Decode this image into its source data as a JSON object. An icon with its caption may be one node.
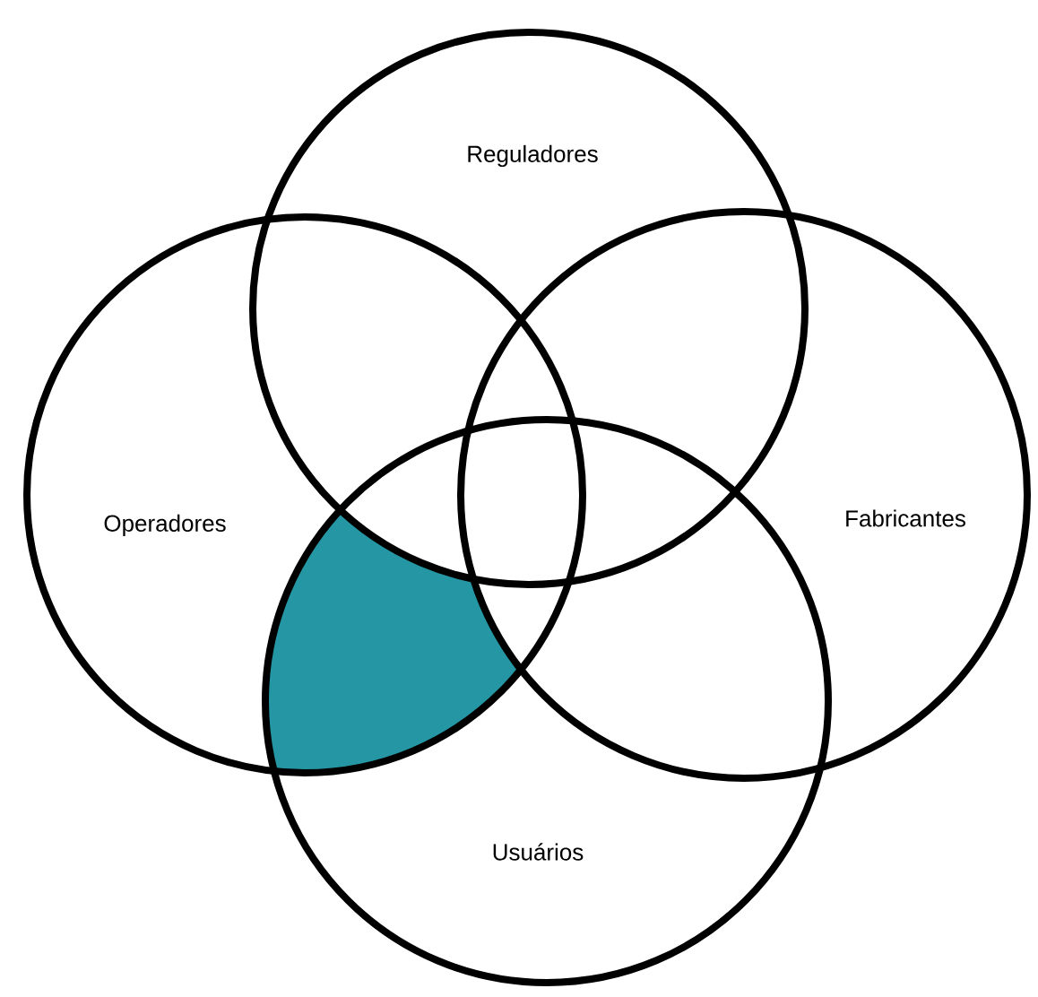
{
  "diagram": {
    "nodes": [
      {
        "text": [
          "Reguladores"
        ]
      },
      {
        "text": [
          "Operadores"
        ]
      },
      {
        "text": [
          "Fabricantes"
        ]
      },
      {
        "text": [
          "Usuários"
        ]
      }
    ]
  }
}
